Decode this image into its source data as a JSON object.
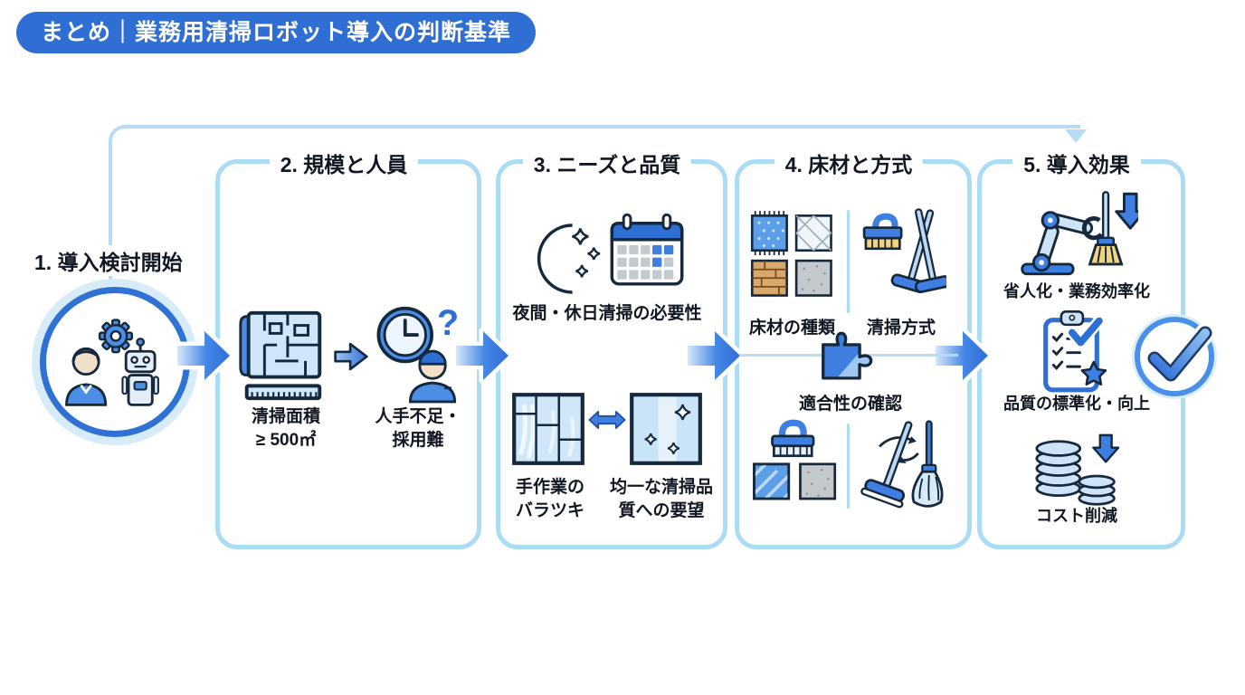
{
  "banner": {
    "title": "まとめ｜業務用清掃ロボット導入の判断基準"
  },
  "colors": {
    "banner_blue": "#2f6fd4",
    "arrow_blue": "#3f7fe2",
    "box_border_blue": "#abdcf6",
    "loop_line_blue": "#b7dbf3",
    "icon_outline": "#16283c",
    "icon_light_blue": "#cfe7f8",
    "text_dark": "#111722"
  },
  "icons": {
    "question_mark": "?"
  },
  "steps": [
    {
      "label": "1. 導入検討開始",
      "icon": "consultation-person-gear-robot"
    },
    {
      "label": "2. 規模と人員",
      "items": [
        {
          "icon": "floorplan-ruler-icon",
          "label": "清掃面積\n≥ 500㎡"
        },
        {
          "icon": "clock-worker-question-icon",
          "label": "人手不足・\n採用難"
        }
      ]
    },
    {
      "label": "3. ニーズと品質",
      "items": [
        {
          "icon": "moon-calendar-icon",
          "label": "夜間・休日清掃の必要性"
        },
        {
          "icon": "streaky-window-icon",
          "label": "手作業の\nバラツキ"
        },
        {
          "icon": "clean-window-icon",
          "label": "均一な清掃品\n質への要望"
        }
      ]
    },
    {
      "label": "4. 床材と方式",
      "items": [
        {
          "icon": "floor-materials-icon",
          "label": "床材の種類"
        },
        {
          "icon": "cleaning-tools-icon",
          "label": "清掃方式"
        },
        {
          "icon": "puzzle-piece-icon",
          "label": "適合性の確認"
        },
        {
          "icon": "brush-floor-samples-icon",
          "label": ""
        },
        {
          "icon": "mop-broom-rotation-icon",
          "label": ""
        }
      ]
    },
    {
      "label": "5. 導入効果",
      "items": [
        {
          "icon": "robot-arm-broom-arrow-icon",
          "label": "省人化・業務効率化"
        },
        {
          "icon": "clipboard-checklist-star-icon",
          "label": "品質の標準化・向上"
        },
        {
          "icon": "coin-stacks-down-arrow-icon",
          "label": "コスト削減"
        }
      ]
    }
  ]
}
